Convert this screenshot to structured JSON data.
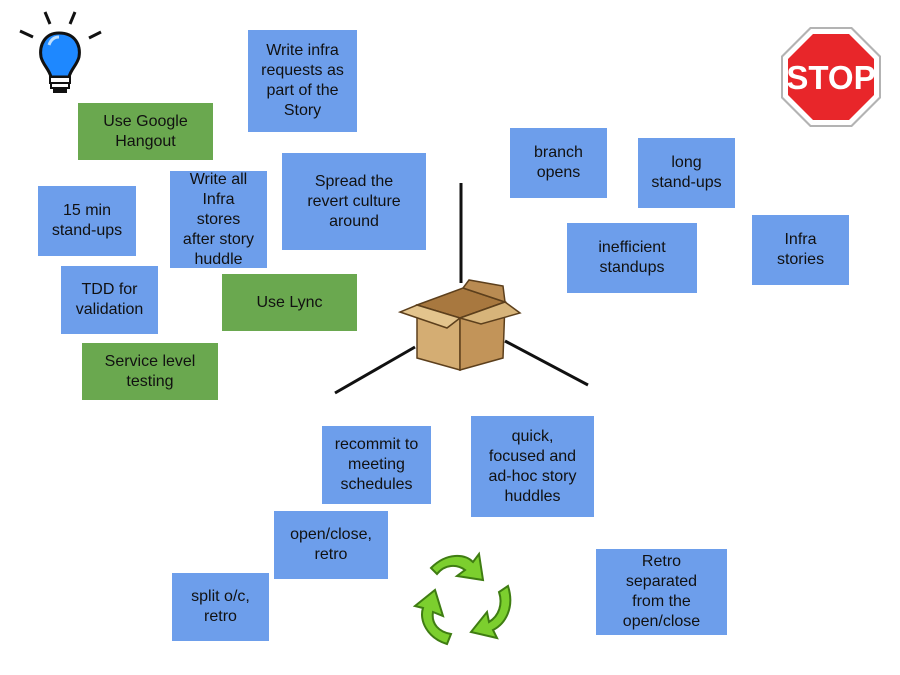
{
  "colors": {
    "blue_note": "#6d9eeb",
    "green_note": "#6aa84f",
    "stop_red": "#e8262a"
  },
  "icons": [
    "lightbulb-icon",
    "stop-sign-icon",
    "box-icon",
    "recycle-arrows-icon"
  ],
  "stop_sign": {
    "label": "STOP"
  },
  "ideas": [
    {
      "text": "Write infra\nrequests as\npart of the\nStory"
    },
    {
      "text": "Use Google\nHangout"
    },
    {
      "text": "15 min\nstand-ups"
    },
    {
      "text": "Write all\nInfra\nstores\nafter story\nhuddle"
    },
    {
      "text": "Spread the\nrevert culture\naround"
    },
    {
      "text": "TDD for\nvalidation"
    },
    {
      "text": "Use Lync"
    },
    {
      "text": "Service level\ntesting"
    }
  ],
  "stop": [
    {
      "text": "branch\nopens"
    },
    {
      "text": "long\nstand-ups"
    },
    {
      "text": "inefficient\nstandups"
    },
    {
      "text": "Infra\nstories"
    }
  ],
  "keep": [
    {
      "text": "recommit to\nmeeting\nschedules"
    },
    {
      "text": "quick,\nfocused and\nad-hoc story\nhuddles"
    },
    {
      "text": "open/close,\nretro"
    },
    {
      "text": "split o/c,\nretro"
    },
    {
      "text": "Retro\nseparated\nfrom the\nopen/close"
    }
  ]
}
